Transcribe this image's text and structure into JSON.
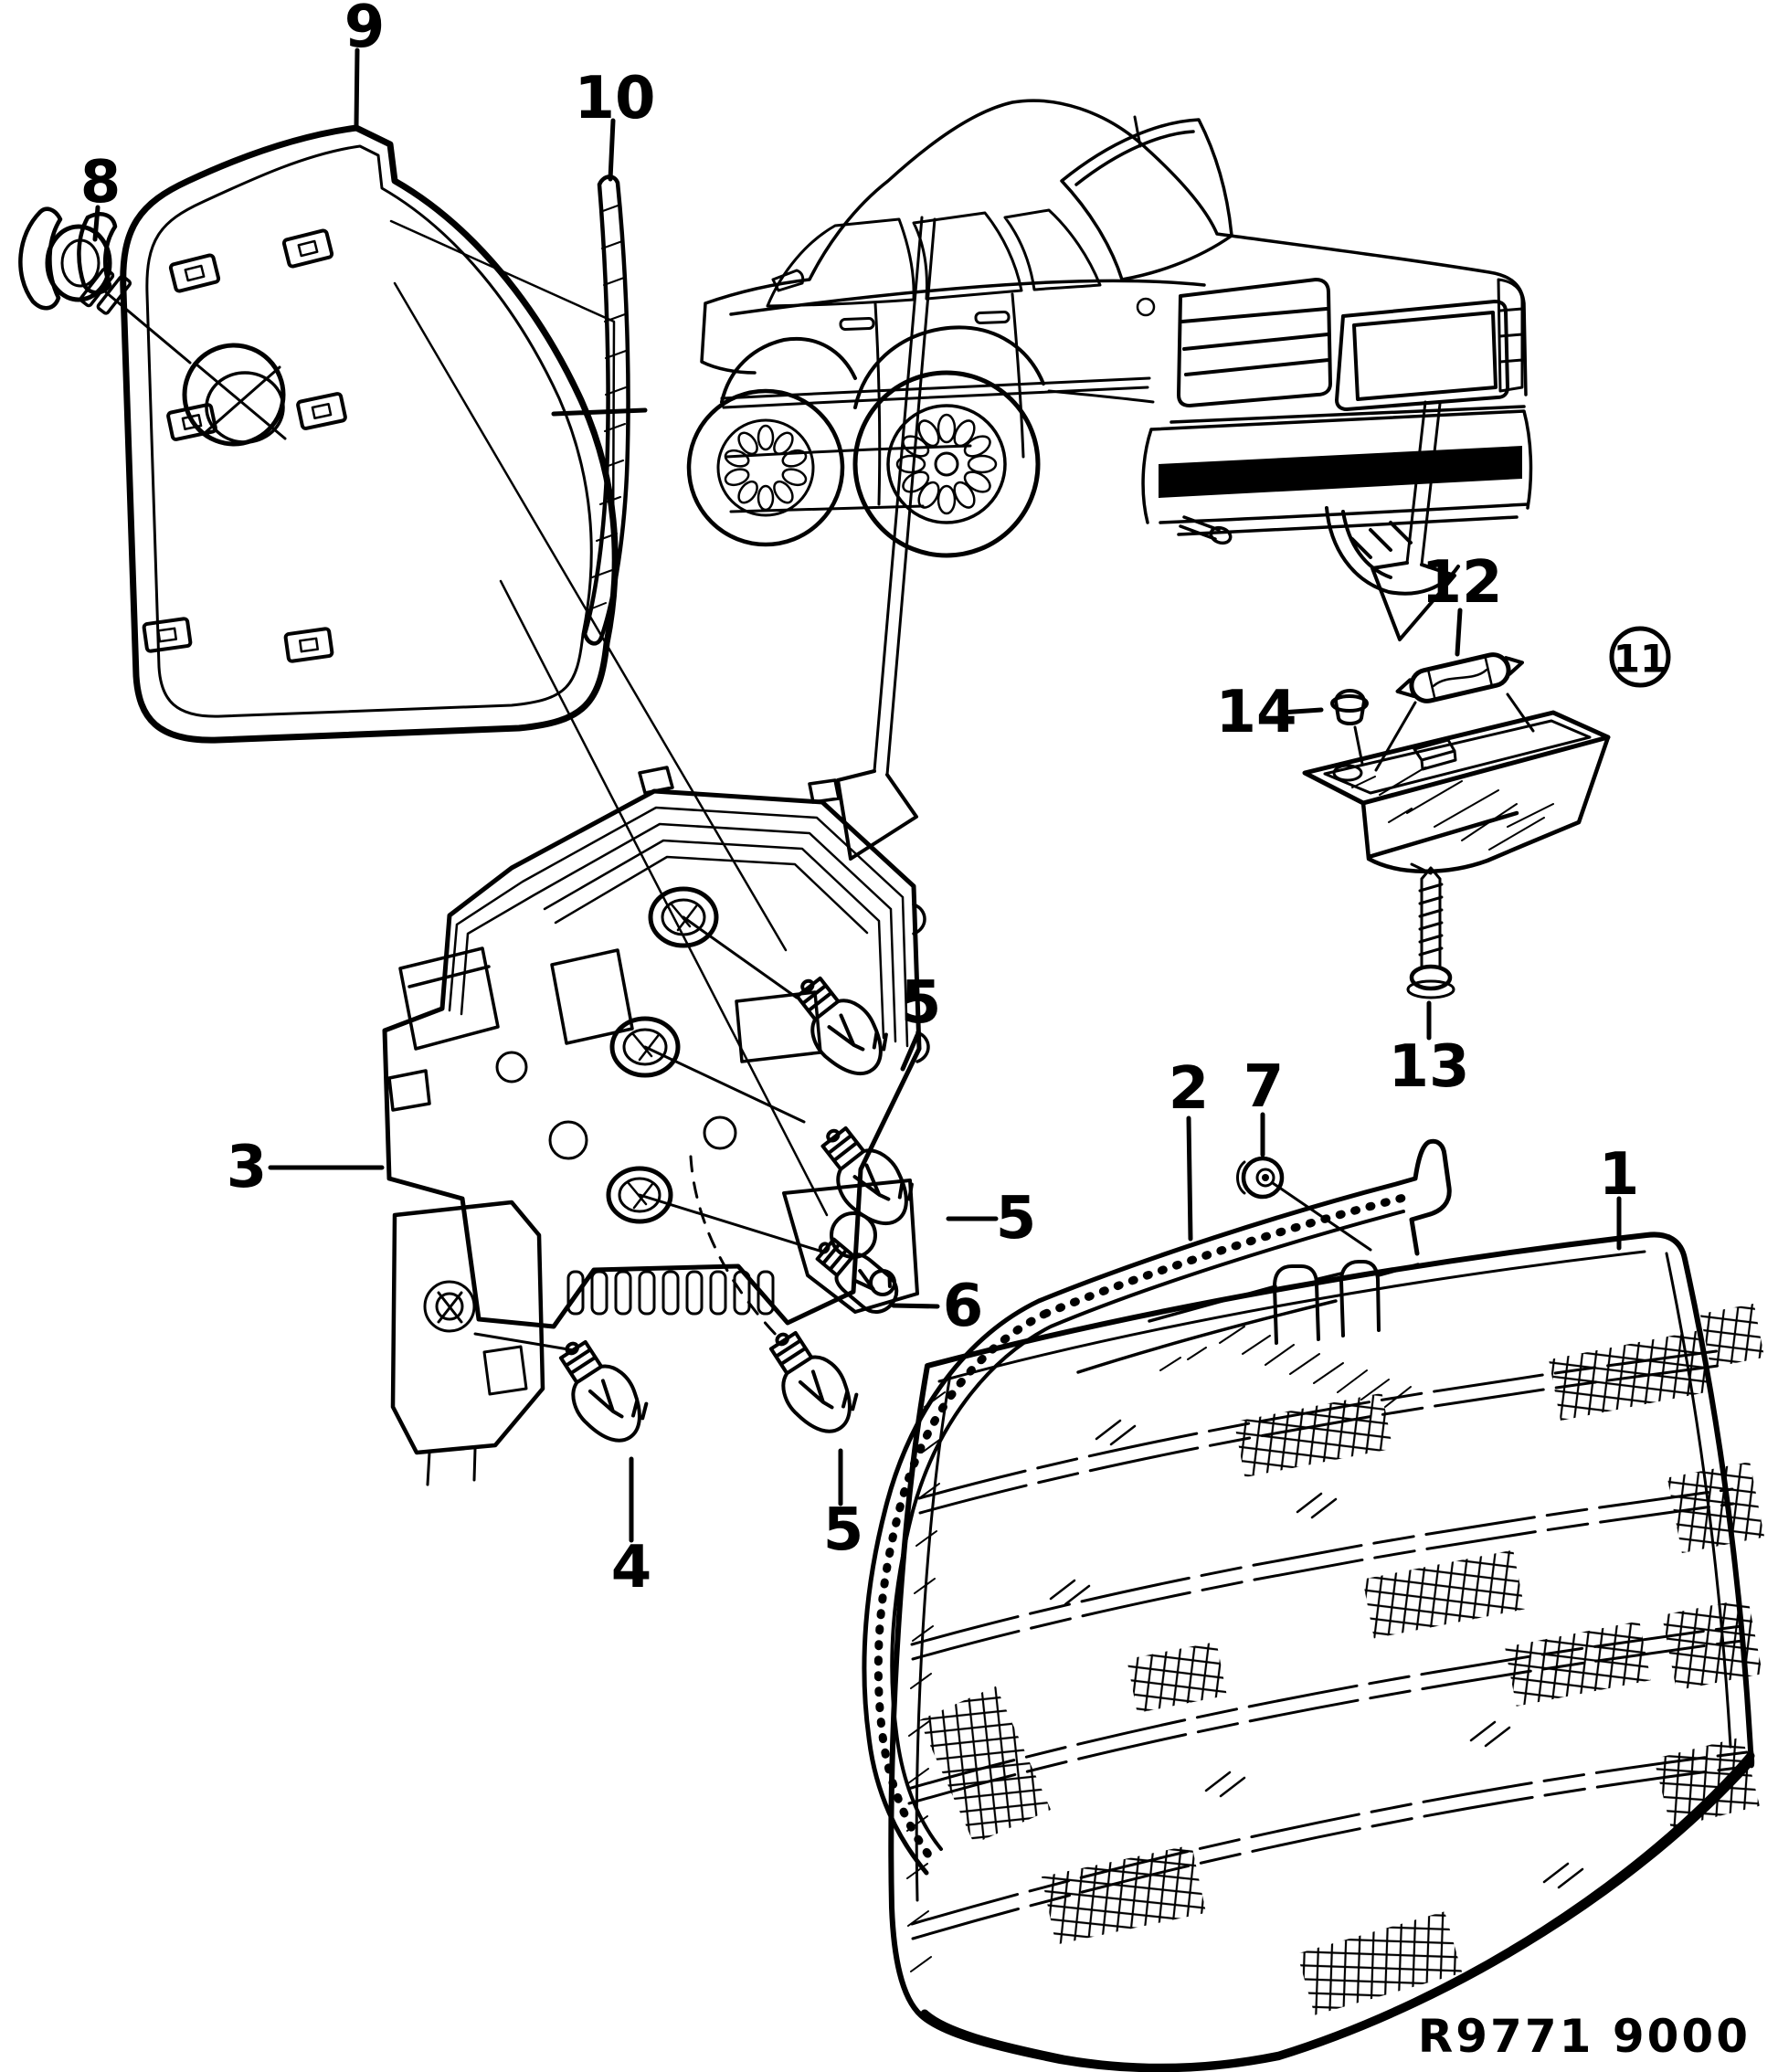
{
  "page": {
    "background": "#ffffff",
    "ink": "#000000"
  },
  "footer": {
    "reference_code": "R9771 9000"
  },
  "callouts": {
    "c1": "1",
    "c2": "2",
    "c3": "3",
    "c4": "4",
    "c5_upper": "5",
    "c5_middle": "5",
    "c5_lower": "5",
    "c6": "6",
    "c7": "7",
    "c8": "8",
    "c9": "9",
    "c10": "10",
    "c11_circled": "11",
    "c12": "12",
    "c13": "13",
    "c14": "14"
  }
}
